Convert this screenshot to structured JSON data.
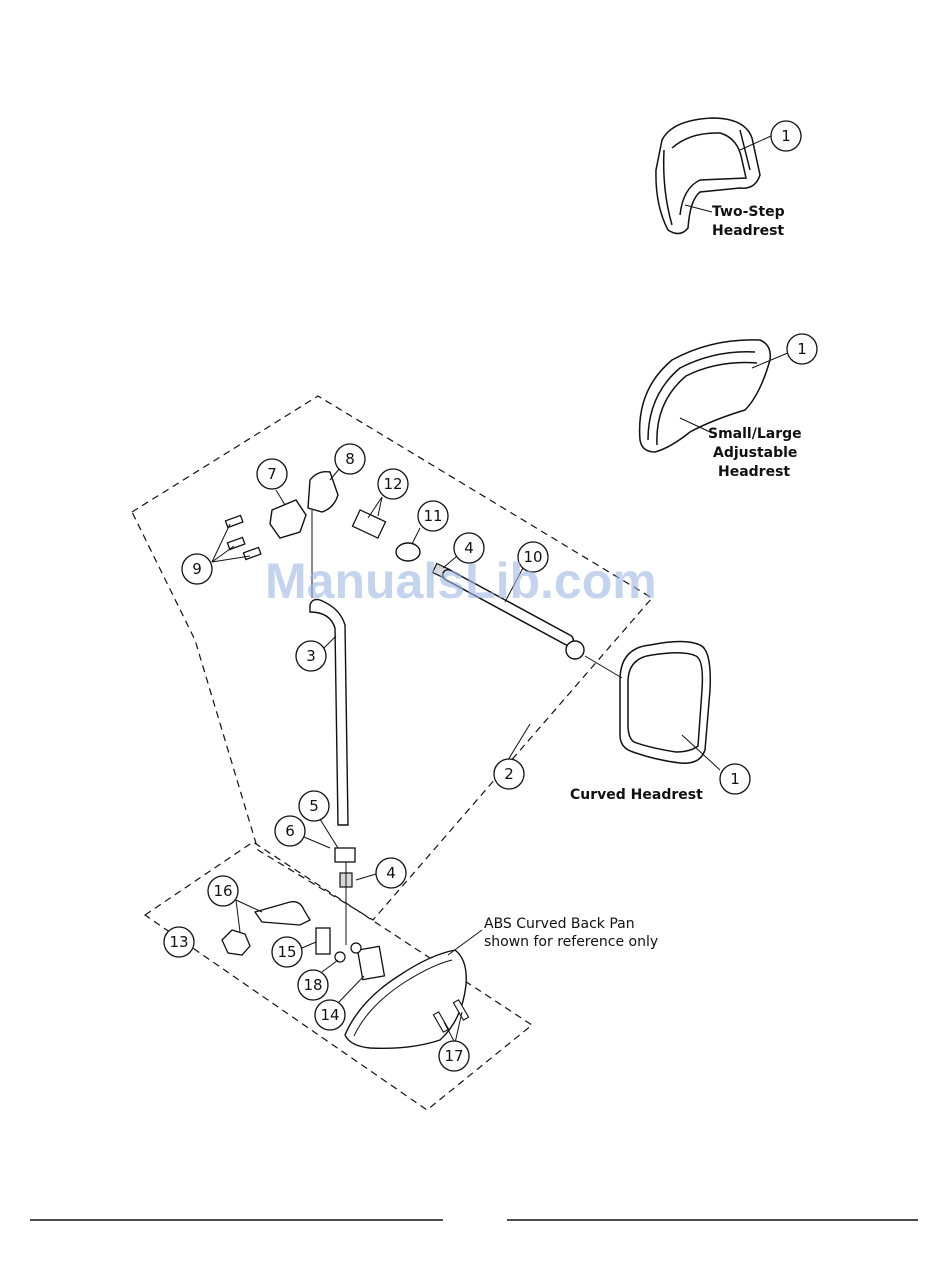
{
  "labels": {
    "two_step_line1": "Two-Step",
    "two_step_line2": "Headrest",
    "small_large_line1": "Small/Large",
    "small_large_line2": "Adjustable",
    "small_large_line3": "Headrest",
    "curved": "Curved Headrest",
    "back_pan_line1": "ABS Curved Back Pan",
    "back_pan_line2": "shown for reference only"
  },
  "watermark": "ManualsLib.com",
  "callouts": [
    "1",
    "1",
    "1",
    "7",
    "8",
    "12",
    "11",
    "9",
    "4",
    "10",
    "3",
    "2",
    "5",
    "6",
    "4",
    "16",
    "13",
    "15",
    "18",
    "14",
    "17"
  ],
  "colors": {
    "line": "#111111",
    "watermark": "#9db8e4",
    "part_fill": "#ffffff",
    "shade": "#d9d9d9"
  }
}
